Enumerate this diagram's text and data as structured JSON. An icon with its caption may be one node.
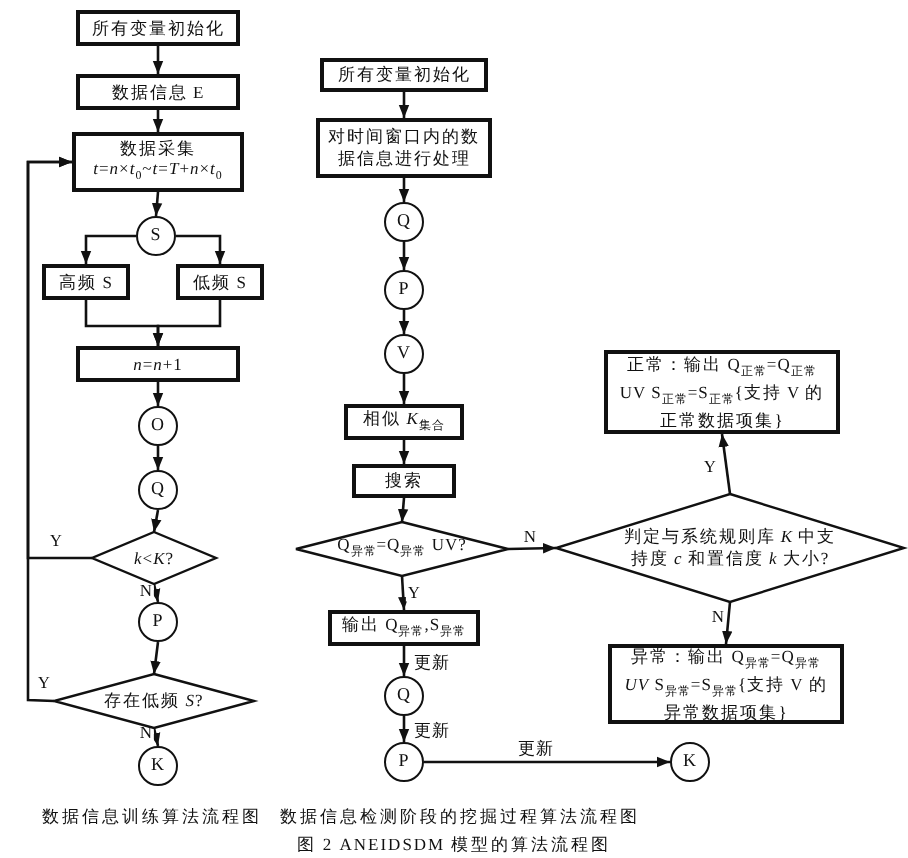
{
  "diagram": {
    "caption": "图 2 ANEIDSDM 模型的算法流程图",
    "nodes": [
      {
        "text": [
          "所有变量初始化"
        ]
      },
      {
        "text": [
          "数据信息 E"
        ]
      },
      {
        "text": [
          "数据采集",
          "*t*=*n*×*t*$_{0}$~*t*=*T*+*n*×*t*$_{0}$"
        ]
      },
      {
        "text": [
          "S"
        ]
      },
      {
        "text": [
          "高频 S"
        ]
      },
      {
        "text": [
          "低频 S"
        ]
      },
      {
        "text": [
          "*n*=*n*+1"
        ]
      },
      {
        "text": [
          "O"
        ]
      },
      {
        "text": [
          "Q"
        ]
      },
      {
        "text": [
          "*k*<*K*?"
        ]
      },
      {
        "text": [
          "P"
        ]
      },
      {
        "text": [
          "存在低频 *S*?"
        ]
      },
      {
        "text": [
          "K"
        ]
      },
      {
        "text": [
          "所有变量初始化"
        ]
      },
      {
        "text": [
          "对时间窗口内的数据信息进行处理"
        ]
      },
      {
        "text": [
          "Q"
        ]
      },
      {
        "text": [
          "P"
        ]
      },
      {
        "text": [
          "V"
        ]
      },
      {
        "text": [
          "相似 *K*$_{集合}$"
        ]
      },
      {
        "text": [
          "搜索"
        ]
      },
      {
        "text": [
          "Q$_{异常}$=Q$_{异常}$ UV?"
        ]
      },
      {
        "text": [
          "输出 Q$_{异常}$,S$_{异常}$"
        ]
      },
      {
        "text": [
          "Q"
        ]
      },
      {
        "text": [
          "P"
        ]
      },
      {
        "text": [
          "K"
        ]
      },
      {
        "text": [
          "正常：输出 Q$_{正常}$=Q$_{正常}$ UV S$_{正常}$=S$_{正常}${支持 V 的正常数据项集}"
        ]
      },
      {
        "text": [
          "判定与系统规则库 *K* 中支持度 *c* 和置信度 *k* 大小?"
        ]
      },
      {
        "text": [
          "异常：输出 Q$_{异常}$=Q$_{异常}$ *UV* S$_{异常}$=S$_{异常}${支持 V 的异常数据项集}"
        ]
      }
    ],
    "edges": [
      {
        "from": 0,
        "to": 1,
        "arrow": "to"
      },
      {
        "from": 1,
        "to": 2,
        "arrow": "to"
      },
      {
        "from": 2,
        "to": 3,
        "arrow": "to"
      },
      {
        "from": 3,
        "to": 4,
        "arrow": "to"
      },
      {
        "from": 3,
        "to": 5,
        "arrow": "to"
      },
      {
        "from": 4,
        "to": 6,
        "arrow": "to"
      },
      {
        "from": 5,
        "to": 6,
        "arrow": "to"
      },
      {
        "from": 6,
        "to": 7,
        "arrow": "to"
      },
      {
        "from": 7,
        "to": 8,
        "arrow": "to"
      },
      {
        "from": 8,
        "to": 9,
        "arrow": "to"
      },
      {
        "from": 9,
        "to": 2,
        "arrow": "to",
        "label": "Y"
      },
      {
        "from": 9,
        "to": 10,
        "arrow": "to",
        "label": "N"
      },
      {
        "from": 10,
        "to": 11,
        "arrow": "to"
      },
      {
        "from": 11,
        "to": 2,
        "arrow": "to",
        "label": "Y"
      },
      {
        "from": 11,
        "to": 12,
        "arrow": "to",
        "label": "N"
      },
      {
        "from": 13,
        "to": 14,
        "arrow": "to"
      },
      {
        "from": 14,
        "to": 15,
        "arrow": "to"
      },
      {
        "from": 15,
        "to": 16,
        "arrow": "to"
      },
      {
        "from": 16,
        "to": 17,
        "arrow": "to"
      },
      {
        "from": 17,
        "to": 18,
        "arrow": "to"
      },
      {
        "from": 18,
        "to": 19,
        "arrow": "to"
      },
      {
        "from": 19,
        "to": 20,
        "arrow": "to"
      },
      {
        "from": 20,
        "to": 26,
        "arrow": "to",
        "label": "N"
      },
      {
        "from": 20,
        "to": 21,
        "arrow": "to",
        "label": "Y"
      },
      {
        "from": 21,
        "to": 22,
        "arrow": "to",
        "label": "更新"
      },
      {
        "from": 22,
        "to": 23,
        "arrow": "to",
        "label": "更新"
      },
      {
        "from": 23,
        "to": 24,
        "arrow": "to",
        "label": "更新"
      },
      {
        "from": 26,
        "to": 25,
        "arrow": "to",
        "label": "Y"
      },
      {
        "from": 26,
        "to": 27,
        "arrow": "to",
        "label": "N"
      }
    ],
    "labels": [
      "数据信息训练算法流程图",
      "数据信息检测阶段的挖掘过程算法流程图"
    ]
  }
}
